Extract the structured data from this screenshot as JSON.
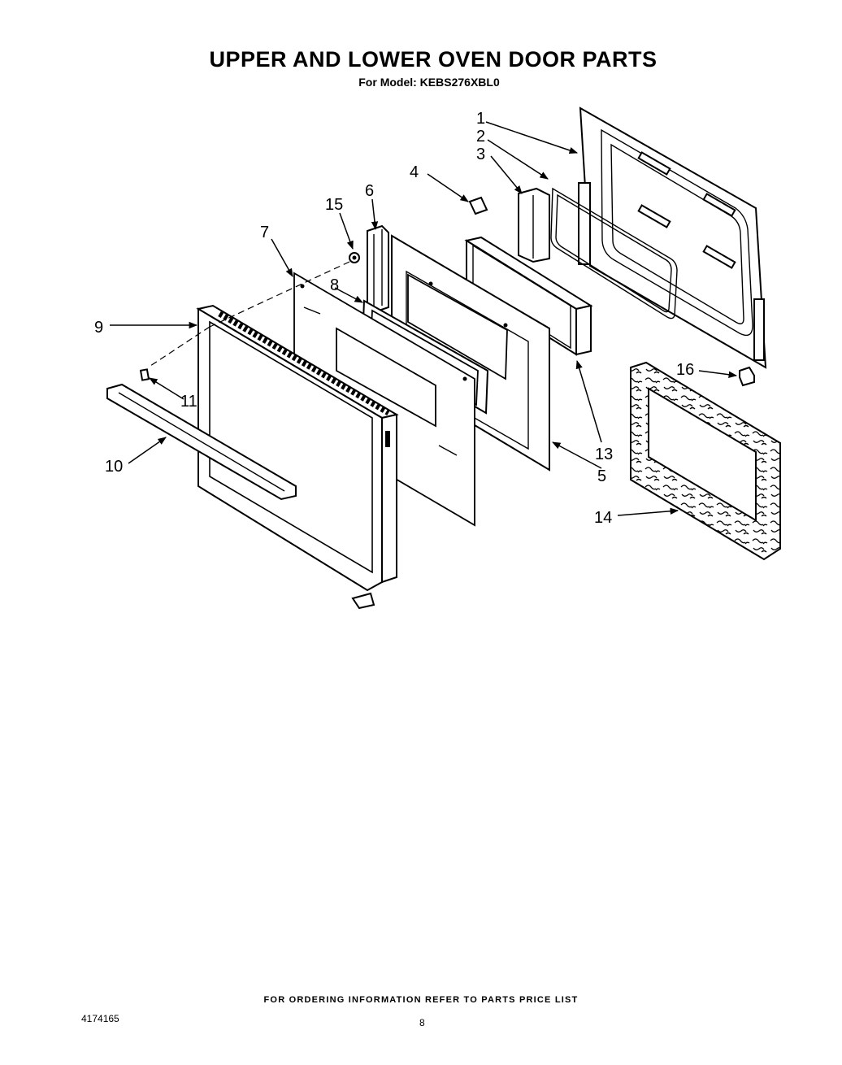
{
  "header": {
    "title": "UPPER AND LOWER OVEN DOOR PARTS",
    "model_line": "For Model: KEBS276XBL0"
  },
  "callouts": [
    "1",
    "2",
    "3",
    "4",
    "5",
    "6",
    "7",
    "8",
    "9",
    "10",
    "11",
    "13",
    "14",
    "15",
    "16"
  ],
  "footer": {
    "ordering_note": "FOR ORDERING INFORMATION REFER TO PARTS PRICE LIST",
    "doc_number": "4174165",
    "page": "8"
  }
}
